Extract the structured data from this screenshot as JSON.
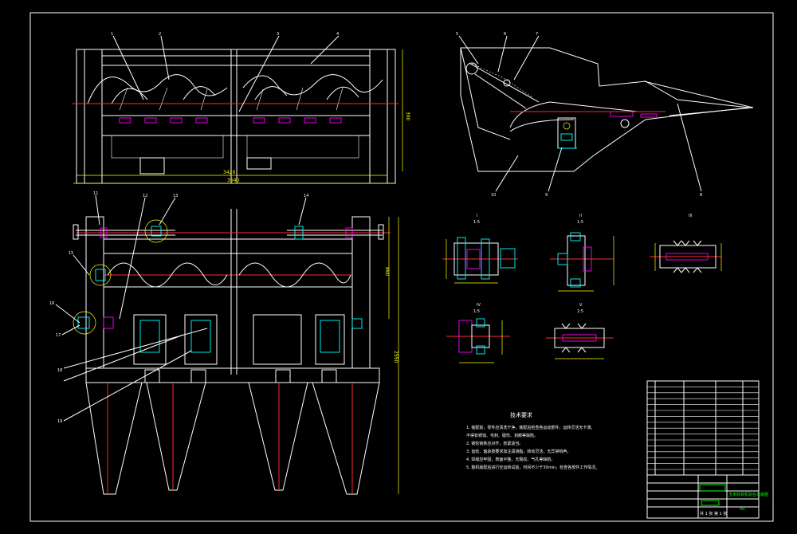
{
  "drawing": {
    "palette": {
      "background": "#000000",
      "outline": "#ffffff",
      "centerline": "#ff2a2a",
      "dimension": "#ffff00",
      "bearing": "#00ffff",
      "seal": "#ff00ff",
      "title_accent": "#00ff00"
    },
    "callouts_front": [
      "1",
      "2",
      "3",
      "4"
    ],
    "callouts_side": [
      "5",
      "6",
      "7",
      "8",
      "9",
      "10"
    ],
    "callouts_plan": [
      "11",
      "12",
      "13",
      "14",
      "15",
      "16",
      "17",
      "18",
      "19"
    ],
    "section_views": [
      {
        "label": "I",
        "scale": "1:5"
      },
      {
        "label": "II",
        "scale": "1:5"
      },
      {
        "label": "III",
        "scale": ""
      },
      {
        "label": "IV",
        "scale": "1:5"
      },
      {
        "label": "V",
        "scale": "1:5"
      }
    ],
    "tech_requirements": {
      "title": "技术要求",
      "lines": [
        "1. 装配前，零件应清洗干净，装配后检查各运动部件，运转灵活无卡滞。",
        "   不得有锈蚀、毛刺、碰伤、划痕等缺陷。",
        "2. 链轮链条应对齐，张紧适当。",
        "3. 齿轮、轴承按要求加注润滑脂，转动灵活，无异常响声。",
        "4. 焊缝应牢固，表面平整，无裂纹、气孔等缺陷。",
        "5. 整机装配后进行空运转试验，时间不少于30min，检查各部件工作情况。"
      ]
    },
    "title_block": {
      "drawing_name": "玉米收获机割台总装图",
      "drawing_no": "A0",
      "sheet": "共 1 张  第 1 张"
    }
  }
}
